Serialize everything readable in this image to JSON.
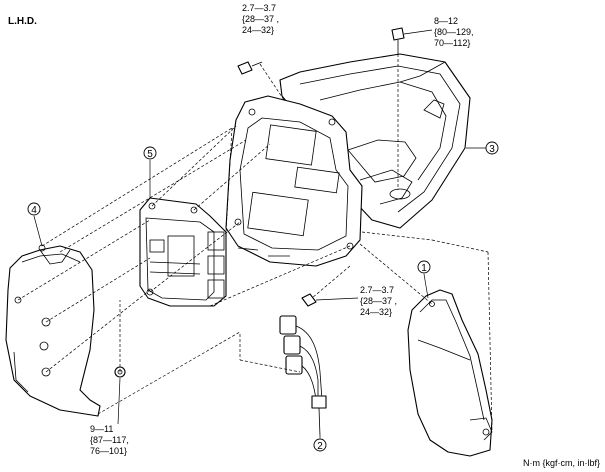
{
  "header": {
    "title": "L.H.D."
  },
  "units": "N·m {kgf·cm, in·lbf}",
  "torques": {
    "top": [
      "2.7—3.7",
      "{28—37 ,",
      "24—32}"
    ],
    "top_right": [
      "8—12",
      "{80—129,",
      "70—112}"
    ],
    "middle": [
      "2.7—3.7",
      "{28—37 ,",
      "24—32}"
    ],
    "bottom_left": [
      "9—11",
      "{87—117,",
      "76—101}"
    ]
  },
  "callouts": {
    "c1": "1",
    "c2": "2",
    "c3": "3",
    "c4": "4",
    "c5": "5"
  }
}
